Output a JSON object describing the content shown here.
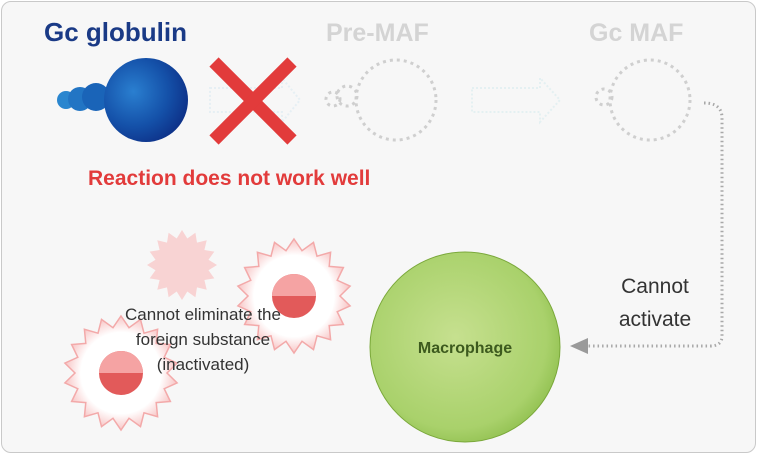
{
  "labels": {
    "gc_globulin": "Gc globulin",
    "pre_maf": "Pre-MAF",
    "gc_maf": "Gc MAF",
    "reaction_warning": "Reaction does not work well",
    "cannot_activate": "Cannot activate",
    "macrophage": "Macrophage",
    "cannot_eliminate": "Cannot eliminate the foreign substance (inactivated)"
  },
  "colors": {
    "gc_blue_dark": "#0d2f86",
    "gc_blue_light": "#1f6fc2",
    "faded": "#d0d0d0",
    "warning_red": "#e23b3b",
    "macrophage_green": "#a9d16b",
    "foreign_pink": "#f7c4c4",
    "foreign_core": "#e25a5a"
  },
  "icons": {
    "cross": "x-mark-icon",
    "arrow": "right-arrow-icon"
  }
}
